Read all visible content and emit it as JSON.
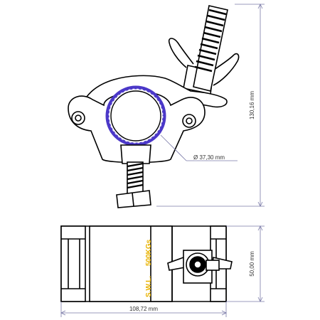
{
  "dimensions": {
    "height_top": "130,16 mm",
    "tube_diameter": "Ø 37,30 mm",
    "height_side": "50,00 mm",
    "width_side": "108,72 mm"
  },
  "marking": {
    "swl": "S.W.L.",
    "load": "500KGs"
  },
  "colors": {
    "outline": "#000000",
    "dimension_line": "#7a7aa8",
    "tube_ring": "#4b38c8",
    "marking": "#e8b200"
  }
}
